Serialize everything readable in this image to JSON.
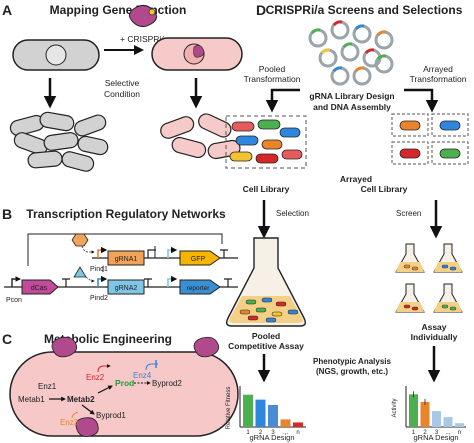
{
  "panel_a": {
    "letter": "A",
    "title": "Mapping Gene Function",
    "tool_label": "+ CRISPRi/a",
    "condition_line1": "Selective",
    "condition_line2": "Condition"
  },
  "panel_b": {
    "letter": "B",
    "title": "Transcription Regulatory Networks",
    "genes": {
      "grna1": "gRNA1",
      "gfp": "GFP",
      "dcas": "dCas",
      "grna2": "gRNA2",
      "reporter": "reporter"
    },
    "promoters": {
      "pind1": "Pind1",
      "pind2": "Pind2",
      "pcon": "Pcon"
    }
  },
  "panel_c": {
    "letter": "C",
    "title": "Metabolic Engineering",
    "metabolites": {
      "metab1": "Metab1",
      "metab2": "Metab2",
      "prod": "Prod",
      "byprod1": "Byprod1",
      "byprod2": "Byprod2"
    },
    "enzymes": {
      "enz1": "Enz1",
      "enz2": "Enz2",
      "enz3": "Enz3",
      "enz4": "Enz4"
    }
  },
  "panel_d": {
    "letter": "D",
    "title": "CRISPRi/a Screens and Selections",
    "pooled_transformation_1": "Pooled",
    "pooled_transformation_2": "Transformation",
    "arrayed_transformation_1": "Arrayed",
    "arrayed_transformation_2": "Transformation",
    "library_design_1": "gRNA Library Design",
    "library_design_2": "and DNA Assembly",
    "cell_library_1": "Cell Library",
    "arrayed_cell_library_1": "Arrayed",
    "arrayed_cell_library_2": "Cell Library",
    "selection": "Selection",
    "screen": "Screen",
    "pooled_assay_1": "Pooled",
    "pooled_assay_2": "Competitive Assay",
    "individual_assay_1": "Assay",
    "individual_assay_2": "Individually",
    "phenotypic_1": "Phenotypic Analysis",
    "phenotypic_2": "(NGS, growth, etc.)"
  },
  "chart_data": [
    {
      "type": "bar",
      "ylabel": "Relative Fitness",
      "xlabel": "gRNA Design",
      "categories": [
        "1",
        "2",
        "3",
        "...",
        "n"
      ],
      "values": [
        0.85,
        0.72,
        0.58,
        0.2,
        0.12
      ],
      "colors": [
        "#4caf50",
        "#2e86de",
        "#4a8bd6",
        "#e8842c",
        "#d62828"
      ]
    },
    {
      "type": "bar",
      "ylabel": "Activity",
      "xlabel": "gRNA Design",
      "categories": [
        "1",
        "2",
        "3",
        "...",
        "n"
      ],
      "values": [
        0.86,
        0.66,
        0.42,
        0.26,
        0.1
      ],
      "colors": [
        "#4caf50",
        "#e8842c",
        "#a8c8e8",
        "#a8c8e8",
        "#a8c8e8"
      ]
    }
  ],
  "colors": {
    "protein": "#b04a8c",
    "cell_pink": "#f7caca",
    "cell_gray": "#d2d2d2",
    "panel_c_bg": "#f6c8c8"
  }
}
